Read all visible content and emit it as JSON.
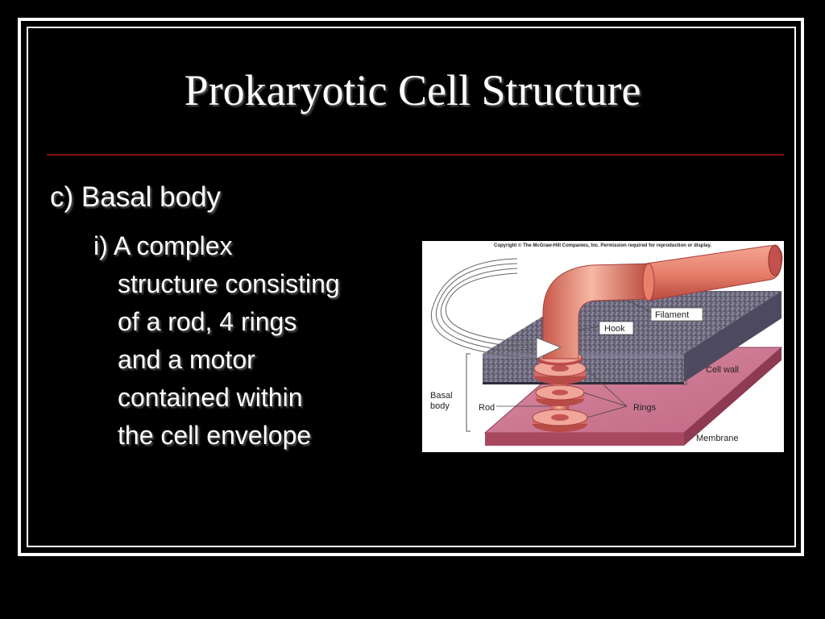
{
  "slide": {
    "title": "Prokaryotic Cell Structure",
    "bullet_level1": "c) Basal body",
    "bullet_level2_lines": [
      "i) A complex",
      "structure consisting",
      "of a rod, 4 rings",
      "and a motor",
      "contained within",
      "the cell envelope"
    ]
  },
  "figure": {
    "copyright": "Copyright © The McGraw-Hill Companies, Inc. Permission required for reproduction or display.",
    "labels": {
      "filament": "Filament",
      "hook": "Hook",
      "cell_wall": "Cell wall",
      "basal_body": "Basal body",
      "basal_line1": "Basal",
      "basal_line2": "body",
      "rod": "Rod",
      "rings": "Rings",
      "membrane": "Membrane"
    }
  }
}
